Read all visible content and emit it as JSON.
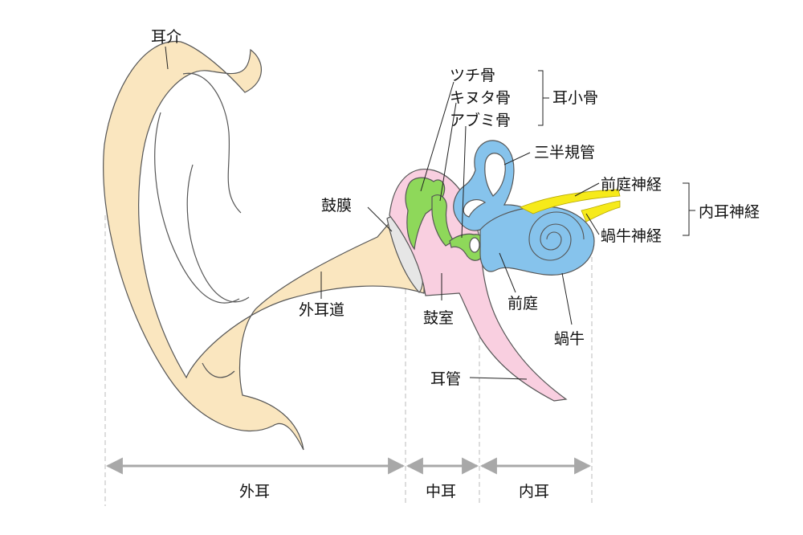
{
  "labels": {
    "auricle": "耳介",
    "malleus": "ツチ骨",
    "incus": "キヌタ骨",
    "stapes": "アブミ骨",
    "ossicles": "耳小骨",
    "semicircular_canals": "三半規管",
    "vestibular_nerve": "前庭神経",
    "cochlear_nerve": "蝸牛神経",
    "inner_ear_nerve": "内耳神経",
    "eardrum": "鼓膜",
    "ear_canal": "外耳道",
    "tympanic_cavity": "鼓室",
    "vestibule": "前庭",
    "cochlea": "蝸牛",
    "eustachian_tube": "耳管"
  },
  "sections": {
    "outer": "外耳",
    "middle": "中耳",
    "inner": "内耳"
  },
  "colors": {
    "outer_ear": "#fae6bf",
    "middle_ear": "#f9cfe0",
    "ossicles": "#8ed85a",
    "inner_ear": "#86c3ec",
    "nerve": "#f6ea1a",
    "eardrum": "#e6e6e6",
    "arrow": "#a8a8a8"
  }
}
